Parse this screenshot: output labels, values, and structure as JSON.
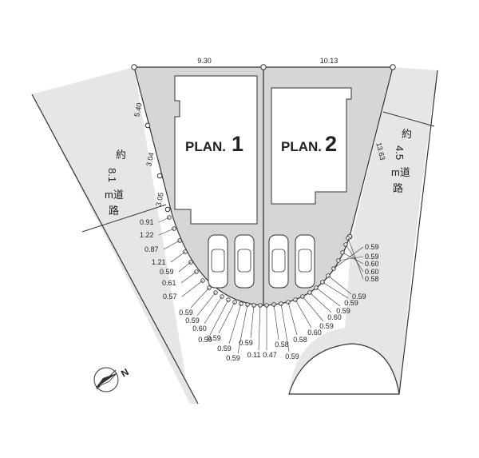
{
  "colors": {
    "road": "#e6e6e6",
    "lot": "#d6d6d6",
    "house": "#ffffff",
    "line": "#333333"
  },
  "plans": [
    {
      "label": "PLAN.",
      "num": "1"
    },
    {
      "label": "PLAN.",
      "num": "2"
    }
  ],
  "frontage": {
    "lot1": "9.30",
    "lot2": "10.13"
  },
  "west_side_dims": [
    "5.40",
    "3.04",
    "3.05"
  ],
  "east_side_dim": "13.63",
  "west_arc_dims": [
    "0.91",
    "1.22",
    "0.87",
    "1.21",
    "0.59",
    "0.61",
    "0.57"
  ],
  "bottom_left_dims": [
    "0.59",
    "0.59",
    "0.60",
    "0.59",
    "0.59",
    "0.59",
    "0.59",
    "0.59",
    "0.11"
  ],
  "bottom_right_dims": [
    "0.47",
    "0.58",
    "0.59",
    "0.58",
    "0.60",
    "0.59",
    "0.60",
    "0.59",
    "0.59"
  ],
  "east_arc_dims": [
    "0.59",
    "0.59",
    "0.60",
    "0.60",
    "0.58"
  ],
  "roads": {
    "west": {
      "line1": "約",
      "line2": "8.1",
      "line3": "m道",
      "line4": "路"
    },
    "east": {
      "line1": "約",
      "line2": "4.5",
      "line3": "m道",
      "line4": "路"
    }
  },
  "compass": {
    "letter": "N"
  }
}
